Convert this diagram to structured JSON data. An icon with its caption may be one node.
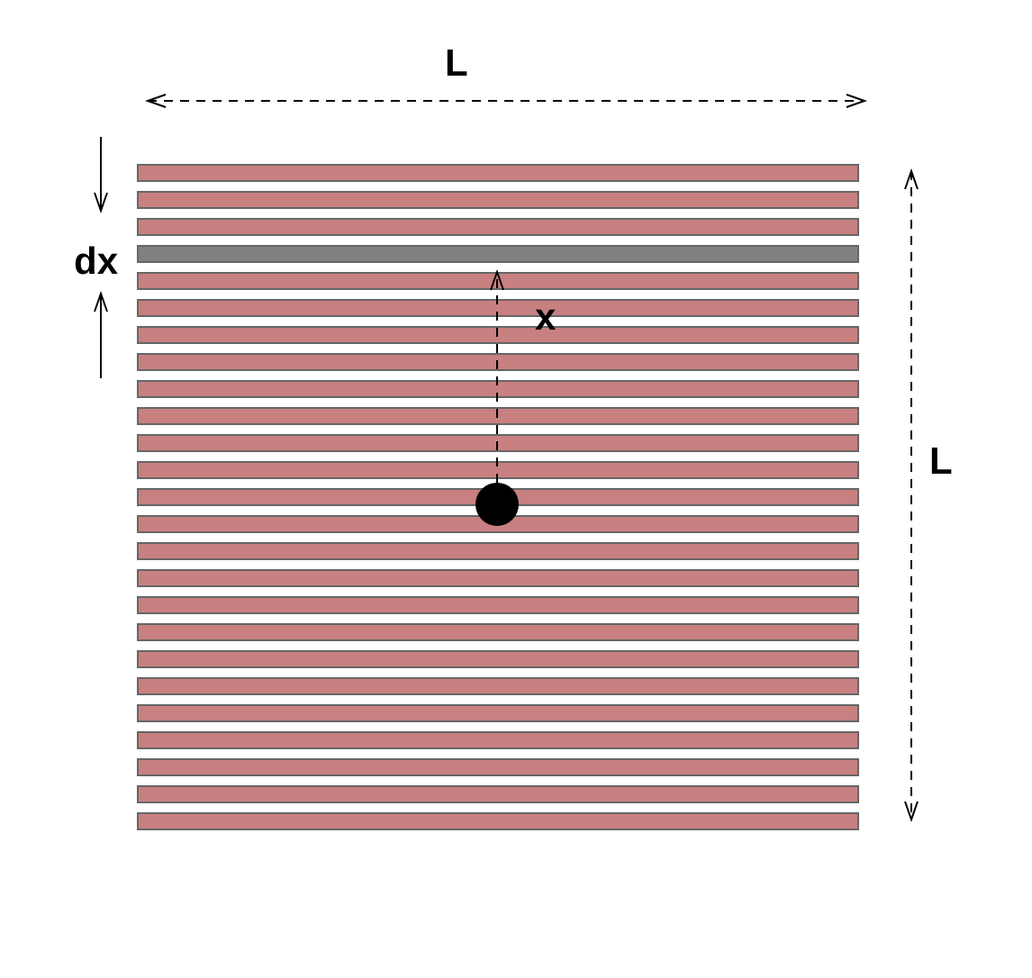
{
  "diagram": {
    "labels": [
      "L",
      "dx",
      "x",
      "L"
    ]
  }
}
